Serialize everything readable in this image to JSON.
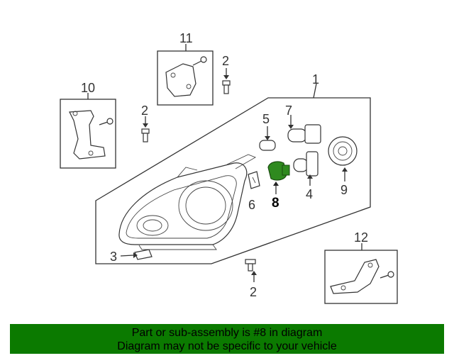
{
  "diagram": {
    "callouts": {
      "c1": "1",
      "c2a": "2",
      "c2b": "2",
      "c2c": "2",
      "c3": "3",
      "c4": "4",
      "c5": "5",
      "c6": "6",
      "c7": "7",
      "c8": "8",
      "c9": "9",
      "c10": "10",
      "c11": "11",
      "c12": "12"
    },
    "highlight_part": "8",
    "colors": {
      "highlight_fill": "#2f8a1f",
      "banner_bg": "#0b7a00"
    }
  },
  "banner": {
    "line1": "Part or sub-assembly is #8 in diagram",
    "line2": "Diagram may not be specific to your vehicle"
  }
}
